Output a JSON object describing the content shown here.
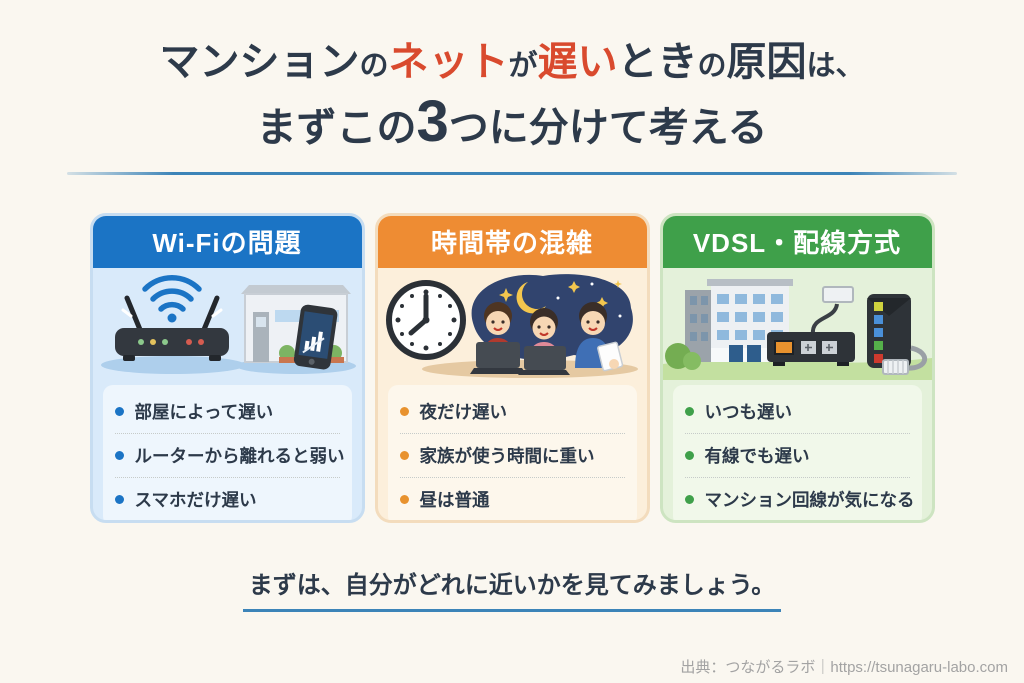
{
  "title": {
    "line1_parts": [
      {
        "text": "マンション"
      },
      {
        "text": "の"
      },
      {
        "text": "ネット"
      },
      {
        "text": "が"
      },
      {
        "text": "遅い"
      },
      {
        "text": "とき"
      },
      {
        "text": "の"
      },
      {
        "text": "原因"
      },
      {
        "text": "は、"
      }
    ],
    "line2_parts": [
      {
        "text": "まずこの"
      },
      {
        "text": "3"
      },
      {
        "text": "つに分けて考える"
      }
    ]
  },
  "cards": [
    {
      "header": "Wi-Fiの問題",
      "illustration": "wifi-router-and-house-with-smartphone",
      "items": [
        "部屋によって遅い",
        "ルーターから離れると弱い",
        "スマホだけ遅い"
      ],
      "colors": {
        "accent": "#1b74c5",
        "body": "#d9eafa",
        "box": "#eef6fd",
        "border": "#c7ddf1",
        "dot": "#1b74c5"
      }
    },
    {
      "header": "時間帯の混雑",
      "illustration": "family-using-internet-at-night-with-clock",
      "items": [
        "夜だけ遅い",
        "家族が使う時間に重い",
        "昼は普通"
      ],
      "colors": {
        "accent": "#ee8c33",
        "body": "#fcefdb",
        "box": "#fdf7ec",
        "border": "#f3dcbd",
        "dot": "#e8922e"
      }
    },
    {
      "header": "VDSL・配線方式",
      "illustration": "apartment-building-with-vdsl-equipment",
      "items": [
        "いつも遅い",
        "有線でも遅い",
        "マンション回線が気になる"
      ],
      "colors": {
        "accent": "#3fa04a",
        "body": "#e4f1da",
        "box": "#f1f8ea",
        "border": "#cde4c1",
        "dot": "#3fa04a"
      }
    }
  ],
  "message": "まずは、自分がどれに近いかを見てみましょう。",
  "footer": "出典：つながるラボ｜https://tsunagaru-labo.com",
  "colors": {
    "navy_text": "#2d3a4a",
    "red_accent": "#d94a2e",
    "separator_blue": "#3c84b8",
    "page_background": "#faf7f0",
    "footer_gray": "#a3a3a3"
  }
}
